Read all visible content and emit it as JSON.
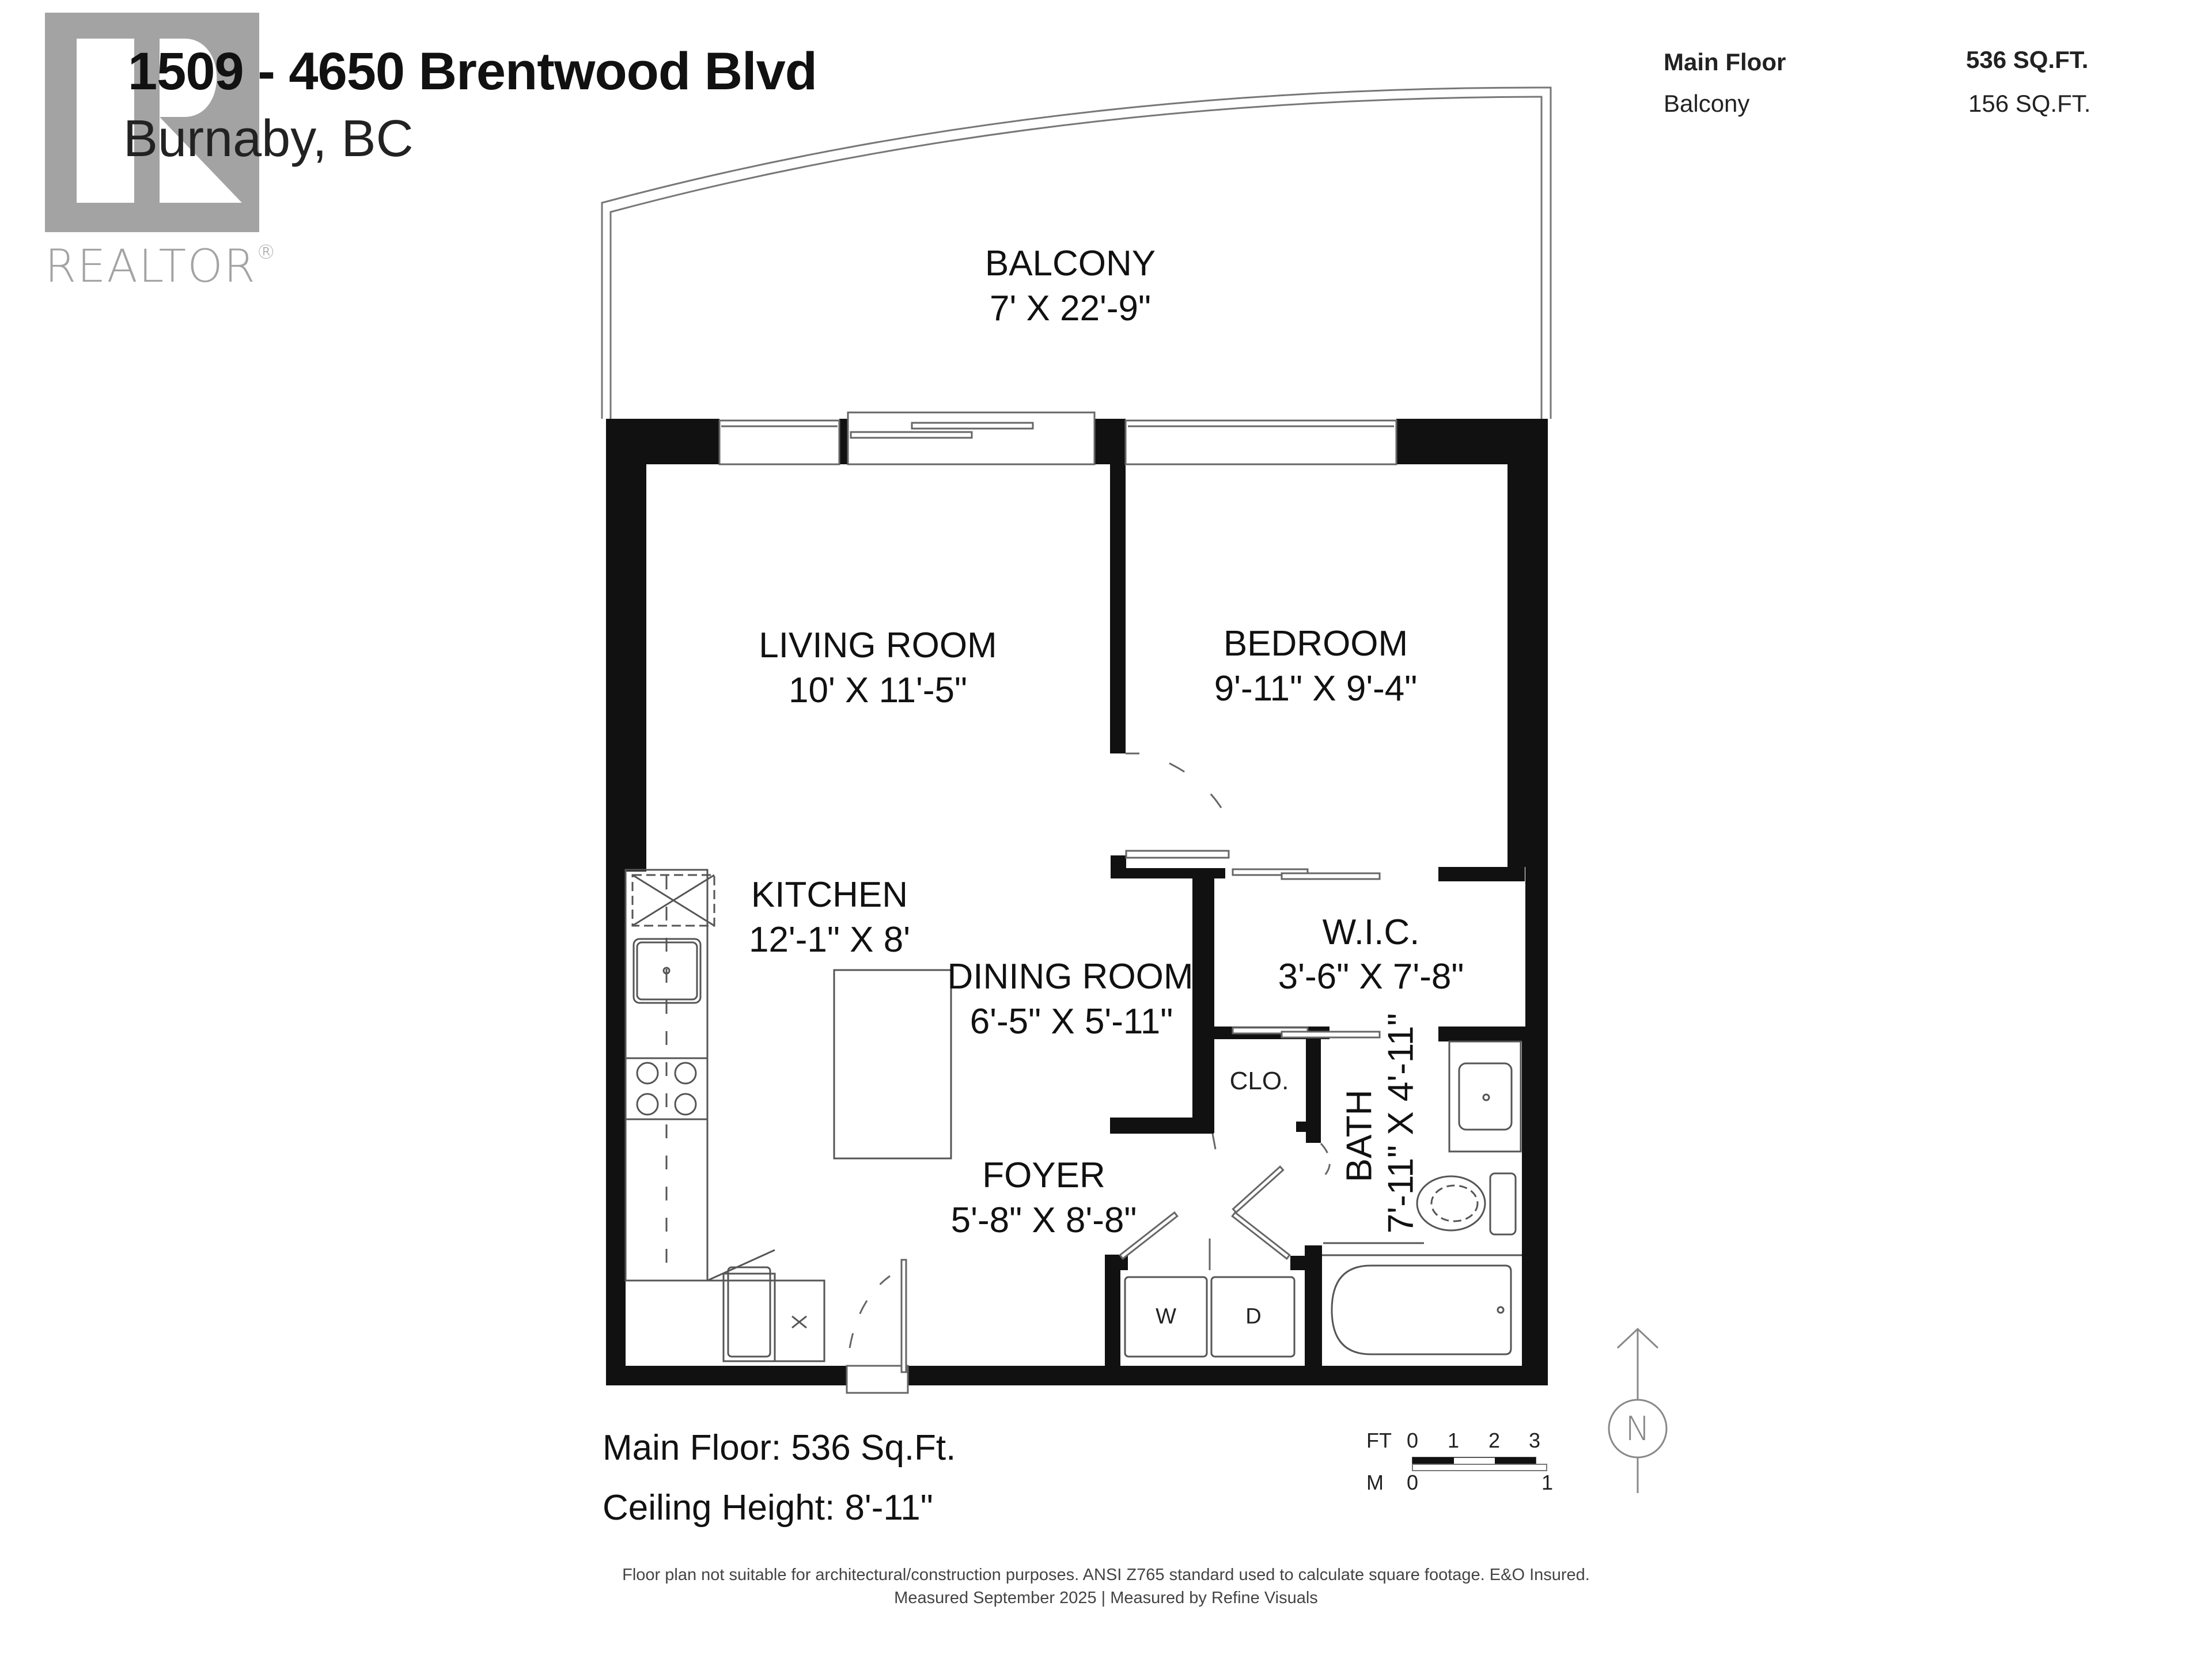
{
  "header": {
    "address_line1": "1509 - 4650 Brentwood Blvd",
    "address_line2": "Burnaby, BC"
  },
  "logo": {
    "name": "REALTOR",
    "mark": "®",
    "color": "#a3a3a3"
  },
  "area_summary": [
    {
      "label": "Main Floor",
      "value": "536 SQ.FT.",
      "bold": true
    },
    {
      "label": "Balcony",
      "value": "156 SQ.FT.",
      "bold": false
    }
  ],
  "rooms": {
    "balcony": {
      "name": "BALCONY",
      "dims": "7' X 22'-9\""
    },
    "living_room": {
      "name": "LIVING ROOM",
      "dims": "10' X 11'-5\""
    },
    "bedroom": {
      "name": "BEDROOM",
      "dims": "9'-11\" X 9'-4\""
    },
    "kitchen": {
      "name": "KITCHEN",
      "dims": "12'-1\" X 8'"
    },
    "dining_room": {
      "name": "DINING ROOM",
      "dims": "6'-5\" X 5'-11\""
    },
    "wic": {
      "name": "W.I.C.",
      "dims": "3'-6\" X 7'-8\""
    },
    "closet": {
      "name": "CLO."
    },
    "bath": {
      "name": "BATH",
      "dims": "7'-11\" X 4'-11\""
    },
    "foyer": {
      "name": "FOYER",
      "dims": "5'-8\" X 8'-8\""
    },
    "washer": {
      "name": "W"
    },
    "dryer": {
      "name": "D"
    }
  },
  "footer": {
    "main_floor": "Main Floor: 536 Sq.Ft.",
    "ceiling_height": "Ceiling Height: 8'-11\"",
    "disclaimer_line1": "Floor plan not suitable for architectural/construction purposes. ANSI Z765 standard used to calculate square footage. E&O Insured.",
    "disclaimer_line2": "Measured September 2025 | Measured by Refine Visuals"
  },
  "scale_bar": {
    "ft_label": "FT",
    "ft_ticks": [
      "0",
      "1",
      "2",
      "3"
    ],
    "m_label": "M",
    "m_ticks": [
      "0",
      "1"
    ]
  },
  "compass": {
    "label": "N",
    "icon": "north-arrow-icon"
  },
  "colors": {
    "wall": "#111111",
    "fixture_line": "#555555",
    "logo_gray": "#a3a3a3",
    "text": "#111111"
  }
}
